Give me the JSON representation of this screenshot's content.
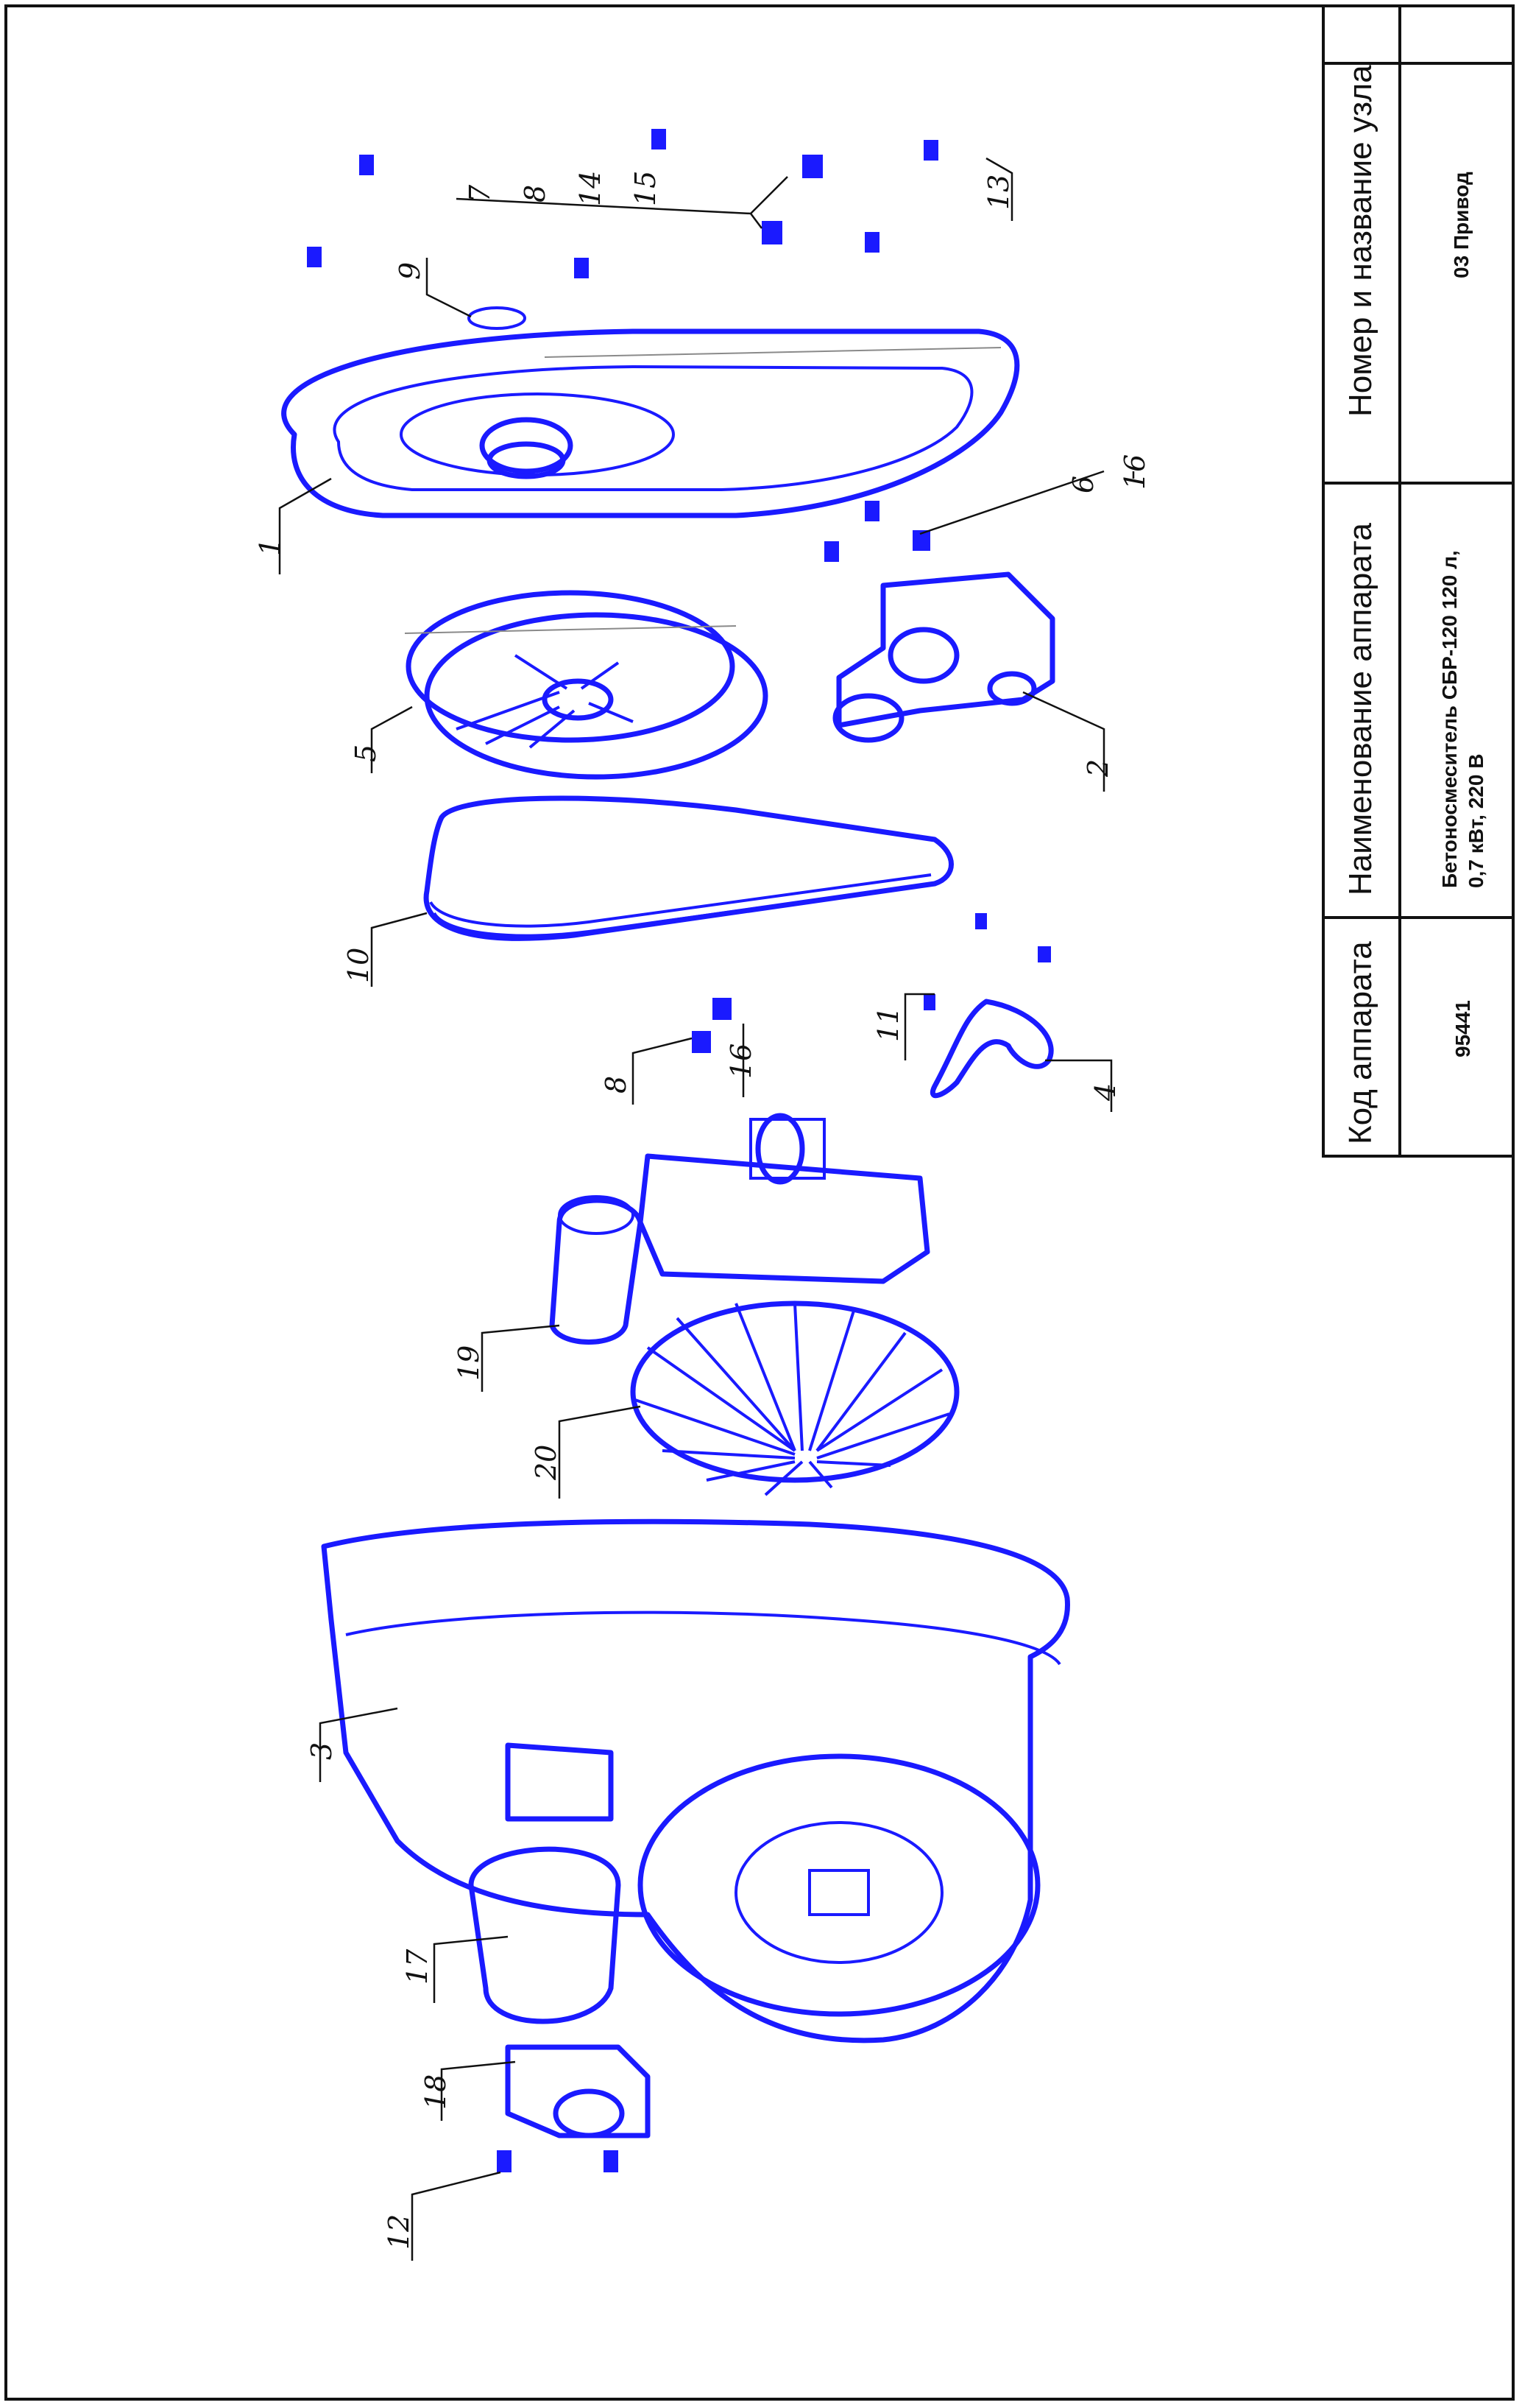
{
  "title_block": {
    "headers": {
      "code": "Код аппарата",
      "name": "Наименование аппарата",
      "unit": "Номер и название узла"
    },
    "values": {
      "code": "95441",
      "name_line1": "Бетоносмеситель СБР-120 120 л,",
      "name_line2": "0,7 кВт, 220 В",
      "unit": "03 Привод"
    }
  },
  "callouts": [
    "1",
    "2",
    "3",
    "4",
    "5",
    "6",
    "7",
    "8",
    "9",
    "10",
    "11",
    "12",
    "13",
    "14",
    "15",
    "16",
    "17",
    "18",
    "19",
    "20"
  ],
  "callouts_group_top": [
    "7",
    "8",
    "14",
    "15"
  ],
  "callouts_group_mid": [
    "6",
    "16"
  ],
  "callouts_group_nut": [
    "8",
    "16"
  ],
  "colors": {
    "part_outline": "#1a1aff",
    "text": "#111111"
  }
}
